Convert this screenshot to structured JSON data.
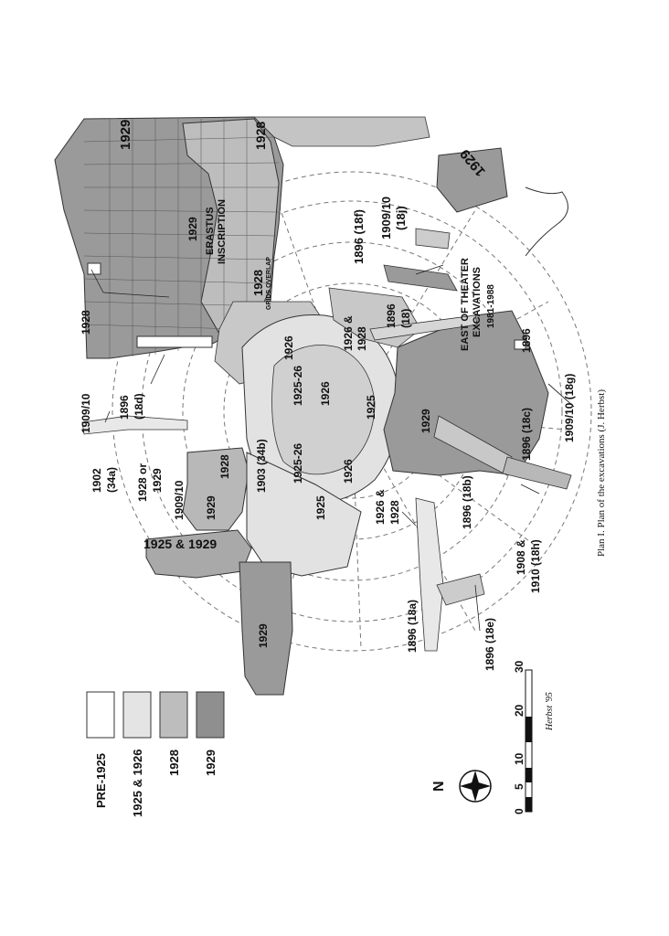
{
  "caption": "Plan I. Plan of the excavations (J. Herbst)",
  "map": {
    "labels": {
      "l1929_top": "1929",
      "l1928_top": "1928",
      "l1929_ne": "1929",
      "l1896_18f": "1896 (18f)",
      "l1909_18j_a": "1909/10",
      "l1909_18j_b": "(18j)",
      "erastus_a": "ERASTUS",
      "erastus_b": "INSCRIPTION",
      "l1929_b": "1929",
      "l1928_c": "1928",
      "east_a": "EAST OF THEATER",
      "east_b": "EXCAVATIONS",
      "east_c": "1981-1988",
      "l1928_left": "1928",
      "l1926_a": "1926",
      "l1926_28_a": "1926 &",
      "l1926_28_b": "1928",
      "l1896_18_a": "1896",
      "l1896_18_b": "(18)",
      "l1896_right": "1896",
      "l1909_10_left": "1909/10",
      "l1896_18d_a": "1896",
      "l1896_18d_b": "(18d)",
      "l1925_26_a": "1925-26",
      "l1926_b": "1926",
      "l1925_a": "1925",
      "l1929_c": "1929",
      "l1909_18g": "1909/10 (18g)",
      "l1896_18c": "1896 (18c)",
      "l1902_a": "1902",
      "l1902_b": "(34a)",
      "l1928or_a": "1928 or",
      "l1928or_b": "1929",
      "l1903_34b": "1903 (34b)",
      "l1925_26_b": "1925-26",
      "l1909_10_b": "1909/10",
      "l1928_d": "1928",
      "l1929_d": "1929",
      "l1926_c": "1926",
      "l1925_b": "1925",
      "l1926_28_c": "1926 &",
      "l1926_28_d": "1928",
      "l1896_18b": "1896 (18b)",
      "l1925_1929": "1925 & 1929",
      "l1908_a": "1908 &",
      "l1908_b": "1910 (18h)",
      "l1929_e": "1929",
      "l1896_18a": "1896 (18a)",
      "l1896_18e": "1896 (18e)",
      "grids_overlap": "GRIDS OVERLAP"
    }
  },
  "legend": {
    "items": [
      {
        "label": "PRE-1925",
        "color": "#ffffff"
      },
      {
        "label": "1925 & 1926",
        "color": "#e4e4e4"
      },
      {
        "label": "1928",
        "color": "#bdbdbd"
      },
      {
        "label": "1929",
        "color": "#8f8f8f"
      }
    ]
  },
  "scale": {
    "ticks": [
      "0",
      "5",
      "10",
      "20",
      "30"
    ],
    "signature": "Herbst '95"
  },
  "north": {
    "label": "N"
  }
}
